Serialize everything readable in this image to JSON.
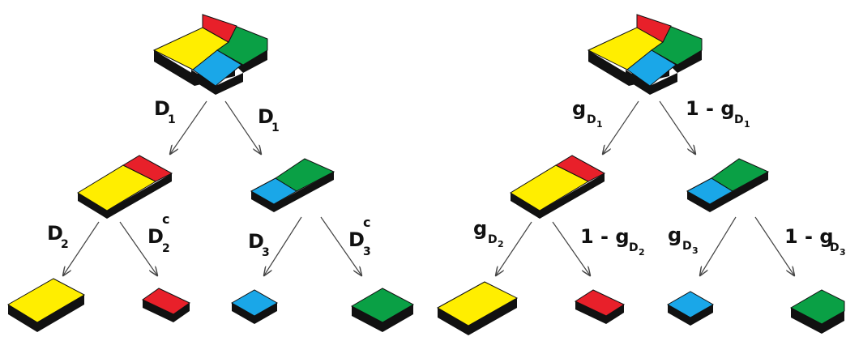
{
  "colors": {
    "yellow": "#ffee00",
    "red": "#e8202a",
    "green": "#0aa045",
    "blue": "#1aa7e8",
    "tile_side": "#111111",
    "arrow": "#444444"
  },
  "left_tree": {
    "root_to_left": {
      "letter": "D",
      "sub": "1"
    },
    "root_to_right": {
      "letter": "D",
      "sub": "1"
    },
    "left_to_left": {
      "letter": "D",
      "sub": "2"
    },
    "left_to_right": {
      "letter": "D",
      "sub": "2",
      "sup": "c"
    },
    "right_to_left": {
      "letter": "D",
      "sub": "3"
    },
    "right_to_right": {
      "letter": "D",
      "sub": "3",
      "sup": "c"
    }
  },
  "right_tree": {
    "root_to_left": {
      "prefix": "",
      "letter": "g",
      "sub": "D",
      "sub2": "1"
    },
    "root_to_right": {
      "prefix": "1 - ",
      "letter": "g",
      "sub": "D",
      "sub2": "1"
    },
    "left_to_left": {
      "prefix": "",
      "letter": "g",
      "sub": "D",
      "sub2": "2"
    },
    "left_to_right": {
      "prefix": "1 - ",
      "letter": "g",
      "sub": "D",
      "sub2": "2"
    },
    "right_to_left": {
      "prefix": "",
      "letter": "g",
      "sub": "D",
      "sub2": "3"
    },
    "right_to_right": {
      "prefix": "1 - ",
      "letter": "g",
      "sub": "D",
      "sub2": "3"
    }
  }
}
